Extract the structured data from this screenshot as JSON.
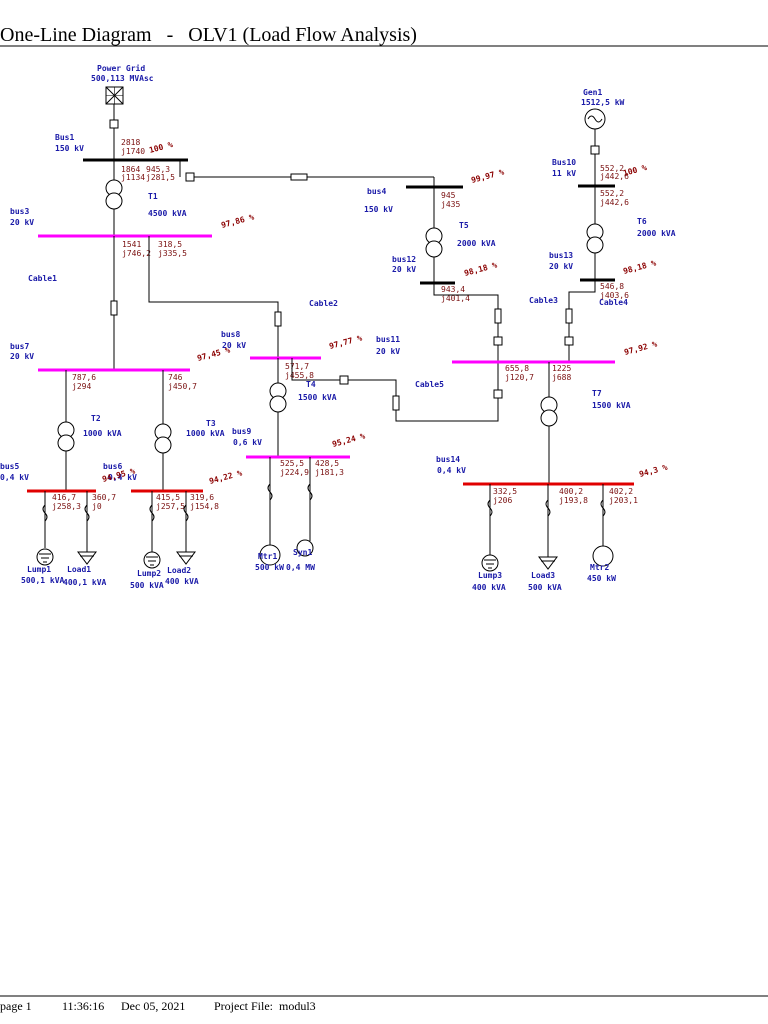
{
  "header": {
    "title": "One-Line Diagram   -   OLV1 (Load Flow Analysis)"
  },
  "footer": {
    "page": "page 1",
    "time": "11:36:16",
    "date": "Dec 05, 2021",
    "project": "Project File:  modul3"
  },
  "labels": {
    "power_grid": "Power Grid",
    "power_grid_rating": "500,113 MVAsc",
    "gen1": "Gen1",
    "gen1_rating": "1512,5 kW",
    "bus1": "Bus1",
    "bus1_kv": "150 kV",
    "bus3": "bus3",
    "bus3_kv": "20 kV",
    "bus4": "bus4",
    "bus4_kv": "150 kV",
    "bus10": "Bus10",
    "bus10_kv": "11 kV",
    "bus12": "bus12",
    "bus12_kv": "20 kV",
    "bus13": "bus13",
    "bus13_kv": "20 kV",
    "bus7": "bus7",
    "bus7_kv": "20 kV",
    "bus8": "bus8",
    "bus8_kv": "20 kV",
    "bus11": "bus11",
    "bus11_kv": "20 kV",
    "bus9": "bus9",
    "bus9_kv": "0,6 kV",
    "bus5": "bus5",
    "bus5_kv": "0,4 kV",
    "bus6": "bus6",
    "bus6_kv": "0,4 kV",
    "bus14": "bus14",
    "bus14_kv": "0,4 kV",
    "t1": "T1",
    "t1_rating": "4500 kVA",
    "t2": "T2",
    "t2_rating": "1000 kVA",
    "t3": "T3",
    "t3_rating": "1000 kVA",
    "t4": "T4",
    "t4_rating": "1500 kVA",
    "t5": "T5",
    "t5_rating": "2000 kVA",
    "t6": "T6",
    "t6_rating": "2000 kVA",
    "t7": "T7",
    "t7_rating": "1500 kVA",
    "cable1": "Cable1",
    "cable2": "Cable2",
    "cable3": "Cable3",
    "cable4": "Cable4",
    "cable5": "Cable5",
    "lump1": "Lump1",
    "lump1_rating": "500,1 kVA",
    "load1": "Load1",
    "load1_rating": "400,1 kVA",
    "lump2": "Lump2",
    "lump2_rating": "500 kVA",
    "load2": "Load2",
    "load2_rating": "400 kVA",
    "mtr1": "Mtr1",
    "mtr1_rating": "500 kW",
    "syn1": "Syn1",
    "syn1_rating": "0,4 MW",
    "lump3": "Lump3",
    "lump3_rating": "400 kVA",
    "load3": "Load3",
    "load3_rating": "500 kVA",
    "mtr2": "Mtr2",
    "mtr2_rating": "450 kW"
  },
  "voltages": {
    "bus1": "100 %",
    "bus4": "99,97 %",
    "bus10": "100 %",
    "bus3": "97,86 %",
    "bus12": "98,18 %",
    "bus13": "98,18 %",
    "bus7": "97,45 %",
    "bus8": "97,77 %",
    "bus11": "97,92 %",
    "bus9": "95,24 %",
    "bus6": "94,95 %",
    "bus5_right": "94,22 %",
    "bus14": "94,3 %"
  },
  "flows": {
    "grid_p": "2818",
    "grid_q": "j1740",
    "t1_hv_p": "1864",
    "t1_hv_q": "j1134",
    "bus1_line_p": "945,3",
    "bus1_line_q": "j281,5",
    "bus4_p": "945",
    "bus4_q": "j435",
    "gen_p": "552,2",
    "gen_q": "j442,6",
    "t6_hv_p": "552,2",
    "t6_hv_q": "j442,6",
    "bus3_a_p": "1541",
    "bus3_a_q": "j746,2",
    "bus3_b_p": "318,5",
    "bus3_b_q": "j335,5",
    "bus12_p": "943,4",
    "bus12_q": "j401,4",
    "bus13_p": "546,8",
    "bus13_q": "j403,6",
    "bus7_a_p": "787,6",
    "bus7_a_q": "j294",
    "bus7_b_p": "746",
    "bus7_b_q": "j450,7",
    "bus8_p": "571,7",
    "bus8_q": "j455,8",
    "bus11_a_p": "655,8",
    "bus11_a_q": "j120,7",
    "bus11_b_p": "1225",
    "bus11_b_q": "j688",
    "bus9_a_p": "525,5",
    "bus9_a_q": "j224,9",
    "bus9_b_p": "428,5",
    "bus9_b_q": "j181,3",
    "bus5_a_p": "416,7",
    "bus5_a_q": "j258,3",
    "bus5_b_p": "360,7",
    "bus5_b_q": "j0",
    "bus6_a_p": "415,5",
    "bus6_a_q": "j257,5",
    "bus6_b_p": "319,6",
    "bus6_b_q": "j154,8",
    "bus14_a_p": "332,5",
    "bus14_a_q": "j206",
    "bus14_b_p": "400,2",
    "bus14_b_q": "j193,8",
    "bus14_c_p": "402,2",
    "bus14_c_q": "j203,1"
  }
}
